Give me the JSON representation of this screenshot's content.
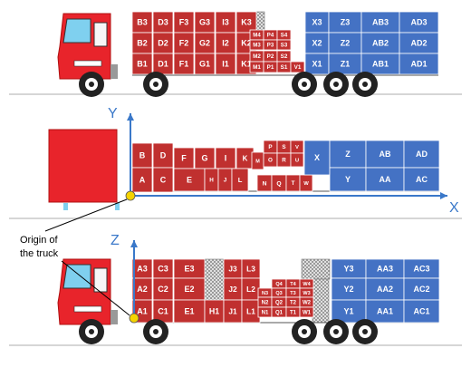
{
  "colors": {
    "red": "#c0302f",
    "blue": "#4472c4",
    "cab": "#e8242b",
    "window": "#7fd0ef",
    "tire": "#222222",
    "axis": "#3a78c9",
    "origin": "#f5d300",
    "ground": "#c8c8c8"
  },
  "axes": {
    "x": "X",
    "y": "Y",
    "z": "Z"
  },
  "origin_label": {
    "line1": "Origin of",
    "line2": "the truck"
  },
  "views": {
    "top": {
      "red_blocks": [
        "B3",
        "D3",
        "F3",
        "G3",
        "I3",
        "K3",
        "B2",
        "D2",
        "F2",
        "G2",
        "I2",
        "K2",
        "B1",
        "D1",
        "F1",
        "G1",
        "I1",
        "K1",
        "M4",
        "P4",
        "S4",
        "M3",
        "P3",
        "S3",
        "M2",
        "P2",
        "S2",
        "M1",
        "P1",
        "S1",
        "V1"
      ],
      "blue_blocks": [
        "X3",
        "Z3",
        "AB3",
        "AD3",
        "X2",
        "Z2",
        "AB2",
        "AD2",
        "X1",
        "Z1",
        "AB1",
        "AD1"
      ]
    },
    "side": {
      "red_blocks": [
        "B",
        "D",
        "F",
        "G",
        "I",
        "K",
        "M",
        "P",
        "S",
        "V",
        "O",
        "R",
        "U",
        "A",
        "C",
        "E",
        "H",
        "J",
        "L",
        "N",
        "Q",
        "T",
        "W"
      ],
      "blue_blocks": [
        "X",
        "Z",
        "AB",
        "AD",
        "Y",
        "AA",
        "AC"
      ]
    },
    "front": {
      "red_blocks": [
        "A3",
        "C3",
        "E3",
        "J3",
        "L3",
        "A2",
        "C2",
        "E2",
        "J2",
        "L2",
        "A1",
        "C1",
        "E1",
        "H1",
        "J1",
        "L1",
        "Q4",
        "T4",
        "W4",
        "N3",
        "Q3",
        "T3",
        "W3",
        "N2",
        "Q2",
        "T2",
        "W2",
        "N1",
        "Q1",
        "T1",
        "W1"
      ],
      "blue_blocks": [
        "Y3",
        "AA3",
        "AC3",
        "Y2",
        "AA2",
        "AC2",
        "Y1",
        "AA1",
        "AC1"
      ]
    }
  }
}
